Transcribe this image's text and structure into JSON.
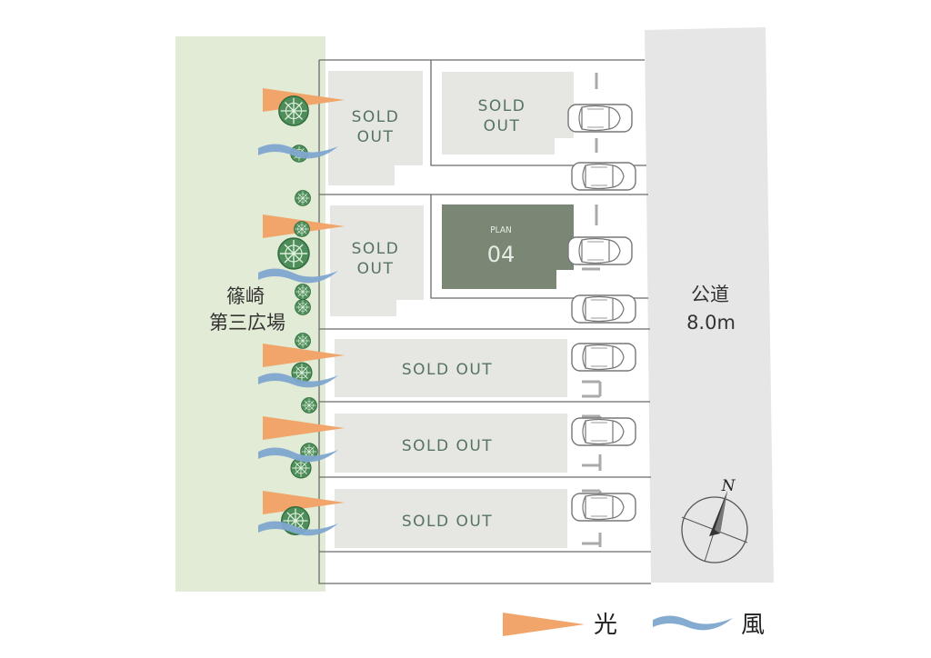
{
  "park": {
    "name_line1": "篠崎",
    "name_line2": "第三広場"
  },
  "road": {
    "name": "公道",
    "width": "8.0m"
  },
  "lots": {
    "a": {
      "line1": "SOLD",
      "line2": "OUT"
    },
    "b": {
      "line1": "SOLD",
      "line2": "OUT"
    },
    "c": {
      "line1": "SOLD",
      "line2": "OUT"
    },
    "plan": {
      "line1": "PLAN",
      "line2": "04"
    },
    "row1": "SOLD OUT",
    "row2": "SOLD OUT",
    "row3": "SOLD OUT"
  },
  "compass": {
    "label": "N"
  },
  "legend": {
    "light": "光",
    "wind": "風"
  },
  "colors": {
    "park": "#e2ebd5",
    "road": "#e6e6e6",
    "lot": "#e6e7e3",
    "plan_lot": "#7a8774",
    "lot_text": "#55735f",
    "light": "#f2a56a",
    "wind": "#7ea7cf",
    "tree": "#4f8d5b"
  },
  "icons": [
    "light-arrow-icon",
    "wind-wave-icon",
    "tree-icon",
    "car-icon",
    "compass-icon"
  ]
}
